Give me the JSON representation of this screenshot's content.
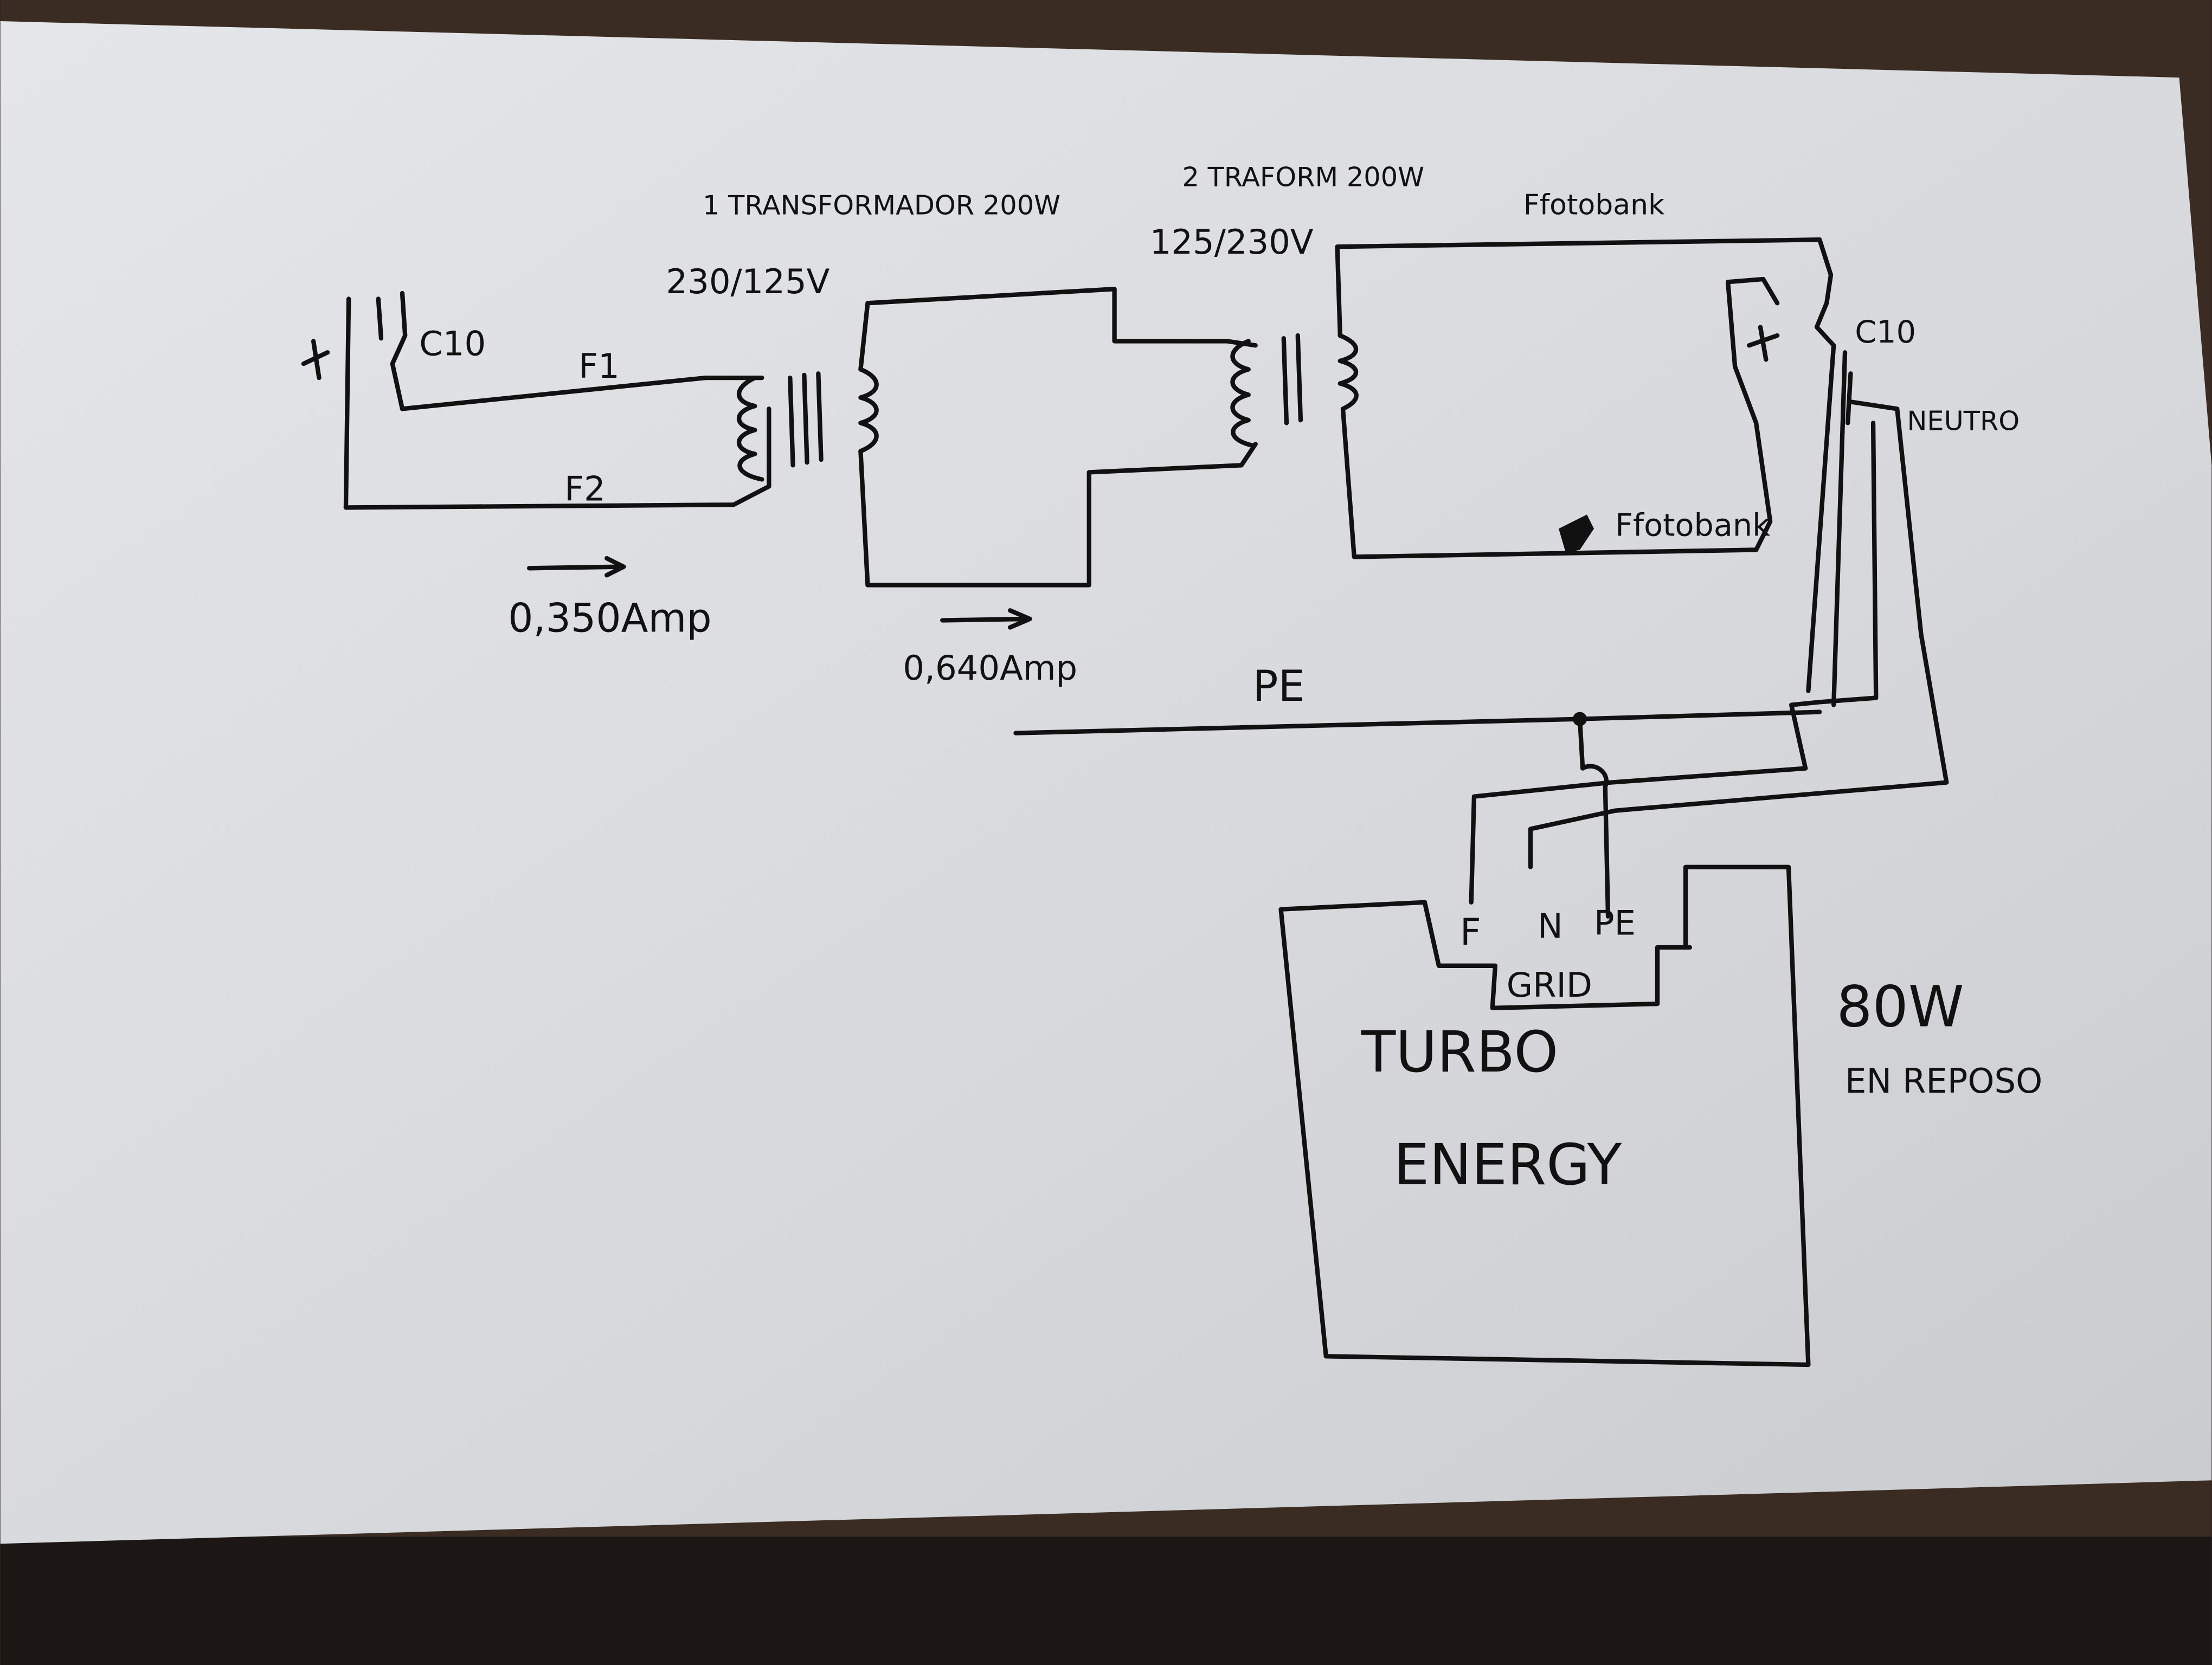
{
  "title_transformer1": "1 TRANSFORMADOR 200W",
  "title_transformer2": "2 TRAFORM 200W",
  "ratio1": "230/125V",
  "ratio2": "125/230V",
  "breaker_left": "C10",
  "breaker_right": "C10",
  "wire_f1": "F1",
  "wire_f2": "F2",
  "current1": "0,350Amp",
  "current2": "0,640Amp",
  "fotobank_top": "Ffotobank",
  "fotobank_bottom": "Ffotobank",
  "neutral": "NEUTRO",
  "pe": "PE",
  "terminals": {
    "f": "F",
    "n": "N",
    "pe": "PE",
    "grid": "GRID"
  },
  "inverter": {
    "line1": "TURBO",
    "line2": "ENERGY"
  },
  "standby_power": "80W",
  "standby_label": "EN REPOSO"
}
